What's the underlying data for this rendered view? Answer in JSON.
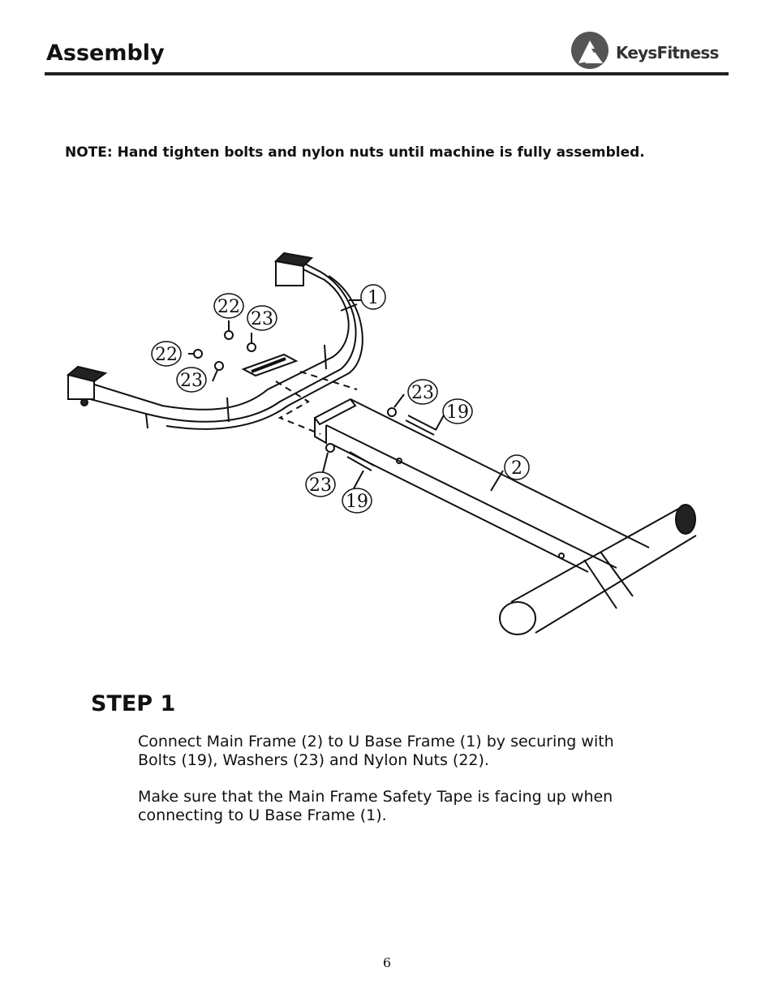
{
  "header": {
    "title": "Assembly",
    "logo_keys": "Keys",
    "logo_fitness": "Fitness"
  },
  "note": "NOTE:  Hand tighten bolts and nylon nuts until machine is fully assembled.",
  "diagram": {
    "callouts": [
      "22",
      "23",
      "1",
      "22",
      "23",
      "23",
      "19",
      "2",
      "23",
      "19"
    ]
  },
  "step": {
    "title": "STEP 1",
    "paragraphs": [
      "Connect Main Frame (2) to U Base Frame (1) by securing with Bolts (19), Washers (23) and Nylon Nuts (22).",
      "Make sure that the Main Frame Safety Tape is facing up when connecting to U Base Frame (1)."
    ]
  },
  "page_number": "6"
}
